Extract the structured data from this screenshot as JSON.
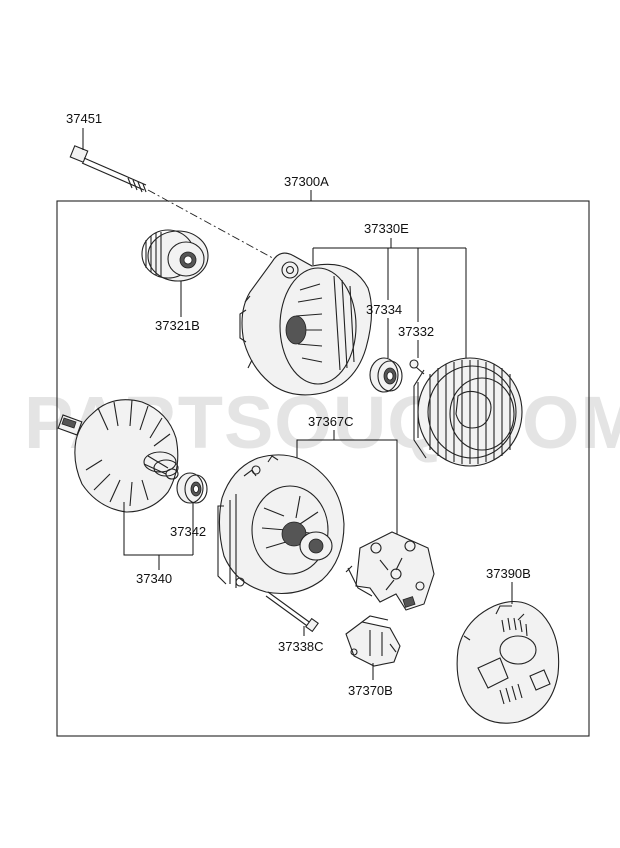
{
  "watermark": "PARTSOUQ.COM",
  "parts": {
    "bolt": "37451",
    "assembly": "37300A",
    "pulley": "37321B",
    "front_bracket": "37330E",
    "bearing_front": "37334",
    "screw": "37332",
    "rectifier_assy": "37367C",
    "rotor": "37340",
    "bearing_rear": "37342",
    "through_bolt": "37338C",
    "regulator": "37370B",
    "rear_cover": "37390B"
  }
}
